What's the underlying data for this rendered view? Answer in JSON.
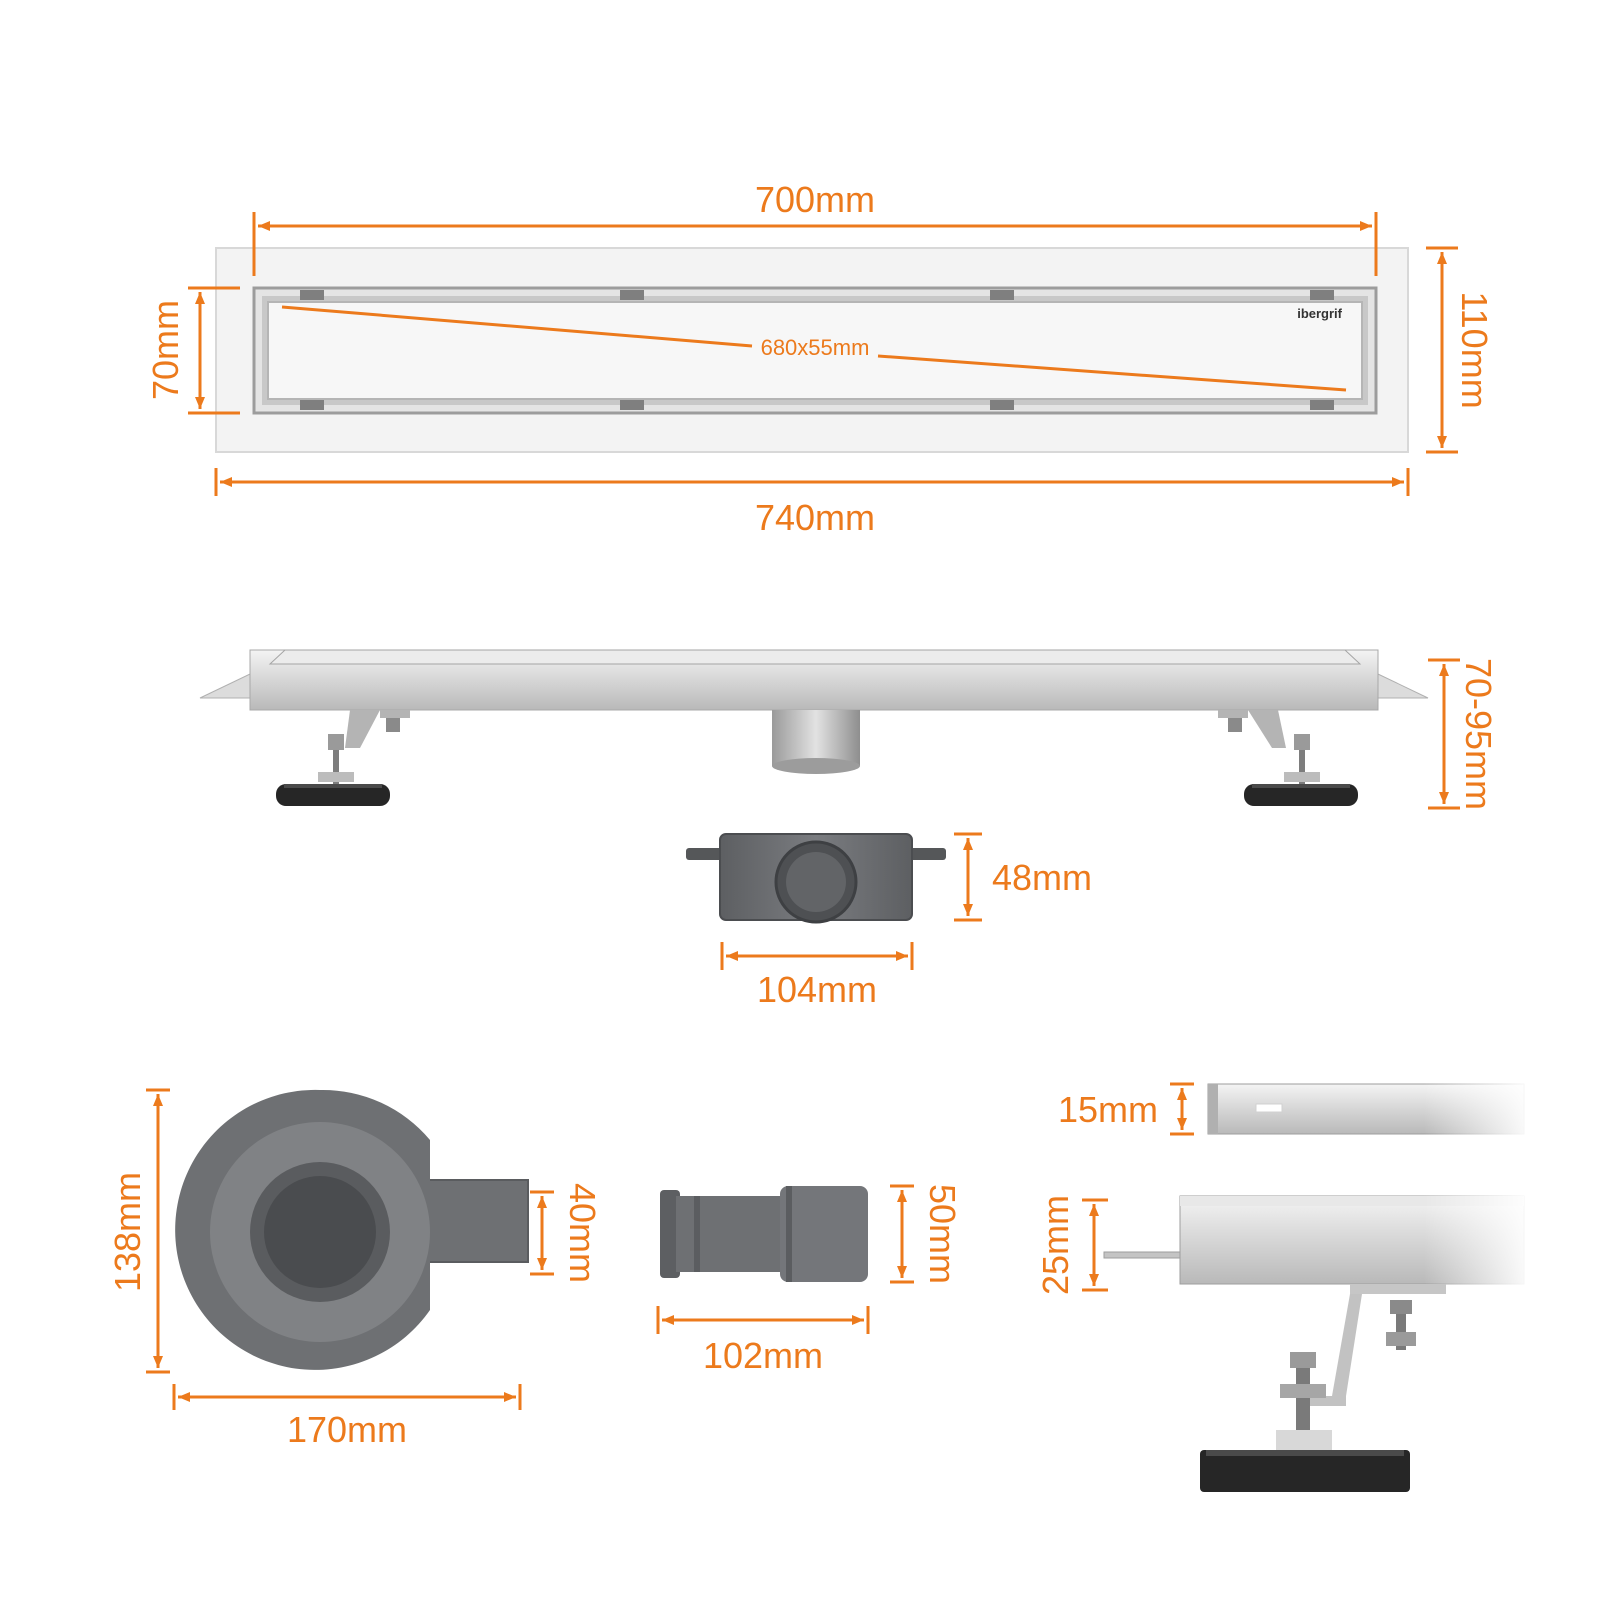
{
  "brand": "ibergrif",
  "colors": {
    "dimension": "#ec7a1c",
    "steel": "#c9c9c9",
    "plastic": "#6b6d70",
    "foot": "#262626"
  },
  "views": {
    "top": {
      "grate_length": "700mm",
      "total_length": "740mm",
      "grate_width": "70mm",
      "total_width": "110mm",
      "grate_surface": "680x55mm"
    },
    "side": {
      "height": "70-95mm"
    },
    "siphon_body": {
      "height": "48mm",
      "width": "104mm"
    },
    "siphon_top": {
      "height": "138mm",
      "width": "170mm",
      "outlet": "40mm"
    },
    "adapter": {
      "diameter": "50mm",
      "length": "102mm"
    },
    "profile_detail": {
      "grate_height": "15mm",
      "channel_height": "25mm"
    }
  }
}
